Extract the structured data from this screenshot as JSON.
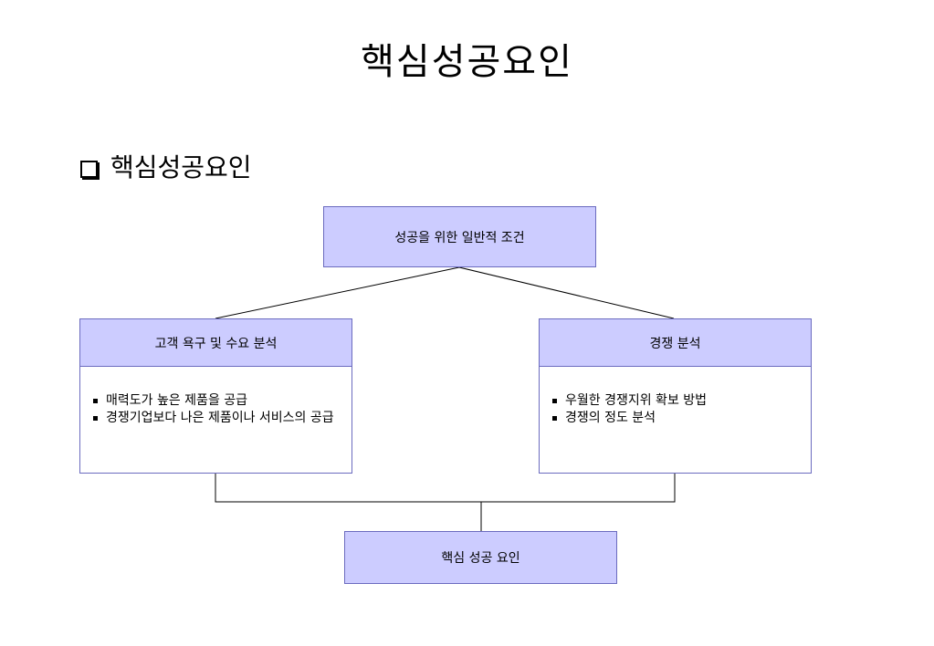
{
  "page": {
    "title": "핵심성공요인",
    "subtitle": "핵심성공요인"
  },
  "diagram": {
    "top_box": {
      "label": "성공을 위한 일반적 조건"
    },
    "left_box": {
      "header": "고객 욕구 및 수요 분석",
      "bullets": [
        "매력도가 높은 제품을 공급",
        "경쟁기업보다 나은 제품이나 서비스의 공급"
      ]
    },
    "right_box": {
      "header": "경쟁 분석",
      "bullets": [
        "우월한 경쟁지위 확보 방법",
        "경쟁의 정도 분석"
      ]
    },
    "bottom_box": {
      "label": "핵심 성공 요인"
    }
  },
  "colors": {
    "box_fill": "#ccccff",
    "box_border": "#6b6bbf",
    "line": "#000000"
  },
  "icons": {
    "subtitle_marker": "checkbox-icon",
    "bullet": "square-bullet-icon"
  }
}
